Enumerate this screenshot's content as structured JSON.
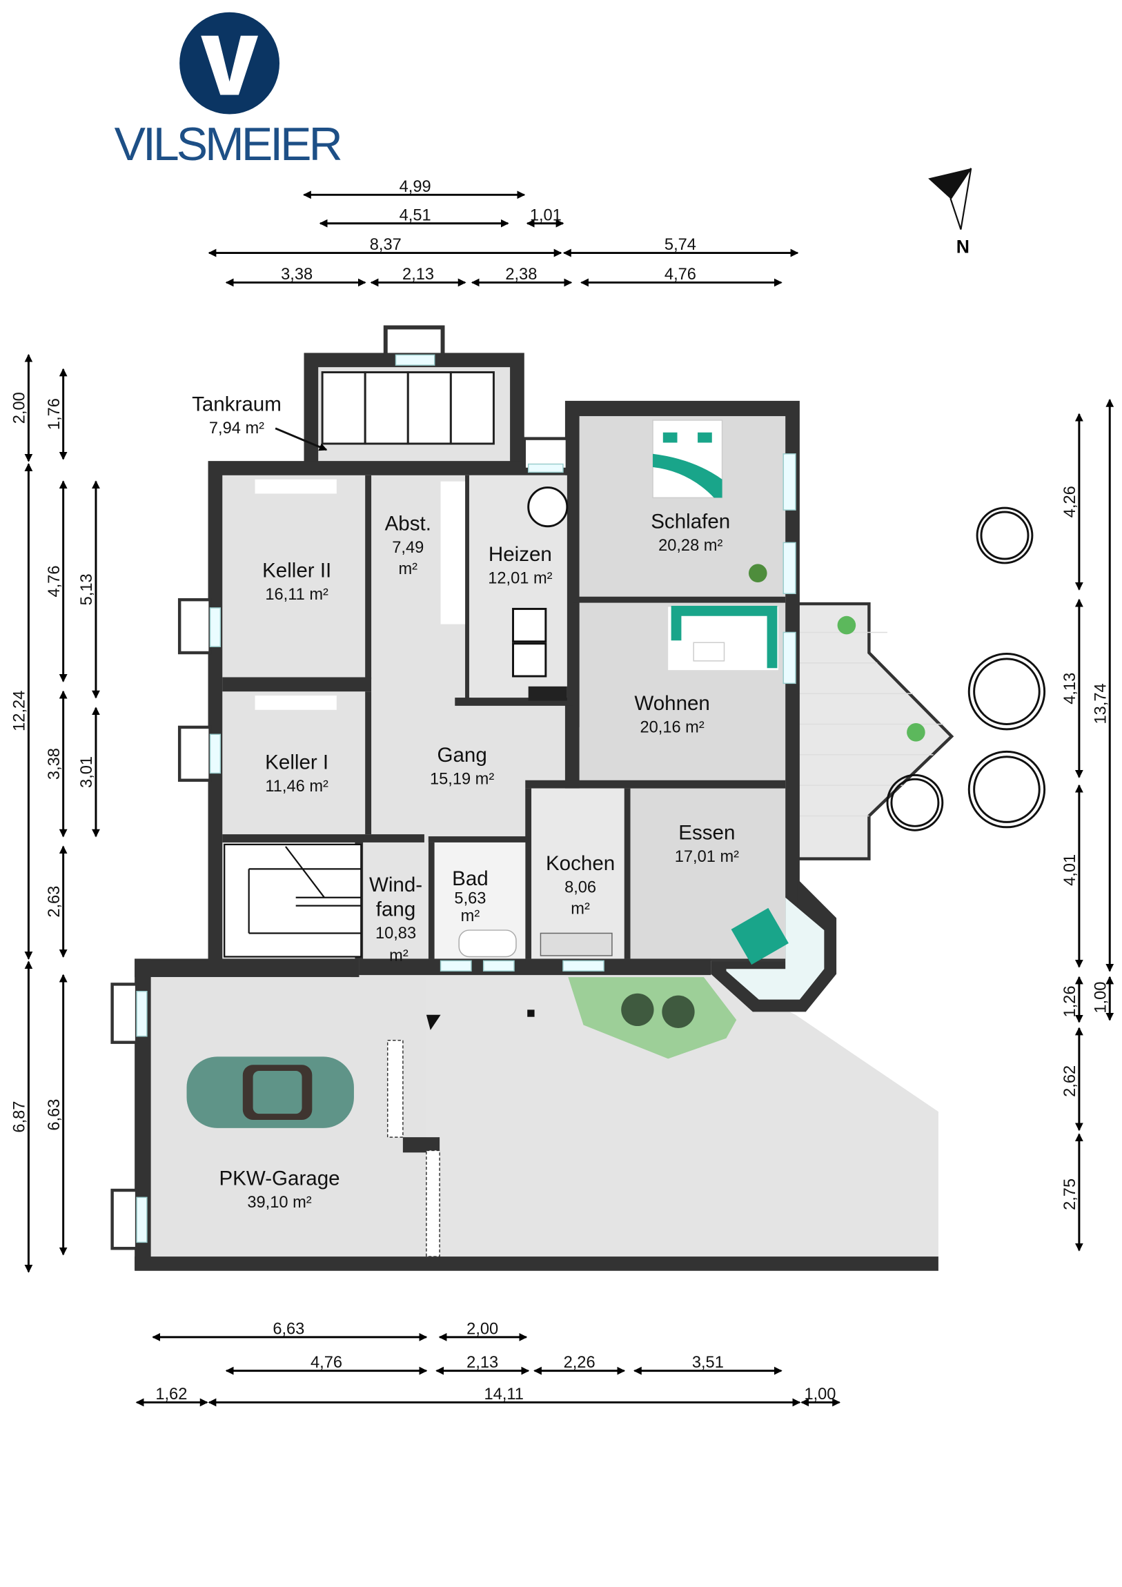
{
  "logo": {
    "brand": "VILSMEIER",
    "mark": "V",
    "color": "#0b3563"
  },
  "compass": {
    "label": "N"
  },
  "rooms": {
    "tankraum": {
      "name": "Tankraum",
      "area": "7,94 m²"
    },
    "keller2": {
      "name": "Keller II",
      "area": "16,11 m²"
    },
    "abst": {
      "name": "Abst.",
      "area": "7,49",
      "unit": "m²"
    },
    "heizen": {
      "name": "Heizen",
      "area": "12,01 m²"
    },
    "schlafen": {
      "name": "Schlafen",
      "area": "20,28 m²"
    },
    "wohnen": {
      "name": "Wohnen",
      "area": "20,16 m²"
    },
    "keller1": {
      "name": "Keller I",
      "area": "11,46 m²"
    },
    "gang": {
      "name": "Gang",
      "area": "15,19 m²"
    },
    "essen": {
      "name": "Essen",
      "area": "17,01 m²"
    },
    "windfang": {
      "name1": "Wind-",
      "name2": "fang",
      "area": "10,83",
      "unit": "m²"
    },
    "bad": {
      "name": "Bad",
      "area": "5,63",
      "unit": "m²"
    },
    "kochen": {
      "name": "Kochen",
      "area": "8,06",
      "unit": "m²"
    },
    "garage": {
      "name": "PKW-Garage",
      "area": "39,10 m²"
    }
  },
  "dims": {
    "top": [
      "4,99",
      "4,51",
      "1,01",
      "8,37",
      "5,74",
      "3,38",
      "2,13",
      "2,38",
      "4,76"
    ],
    "left": [
      "2,00",
      "12,24",
      "6,87",
      "1,76",
      "4,76",
      "3,38",
      "2,63",
      "6,63",
      "5,13",
      "3,01"
    ],
    "right": [
      "4,26",
      "4,13",
      "4,01",
      "1,26",
      "2,62",
      "2,75",
      "13,74",
      "1,00"
    ],
    "bottom": [
      "6,63",
      "2,00",
      "4,76",
      "2,13",
      "2,26",
      "3,51",
      "1,62",
      "14,11",
      "1,00"
    ]
  }
}
